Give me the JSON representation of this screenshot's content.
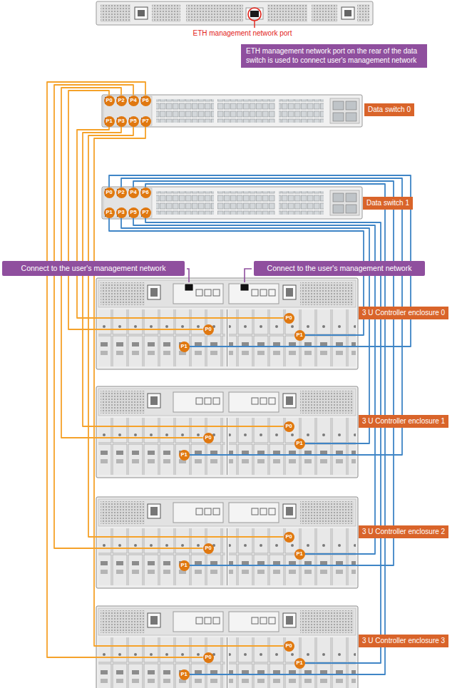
{
  "diagram": {
    "nodes": [
      {
        "text": [
          "ETH management network port on the rear of the data switch is used to connect user's management network"
        ]
      },
      {
        "text": [
          "P0"
        ]
      },
      {
        "text": [
          "P1"
        ]
      },
      {
        "text": [
          "P2"
        ]
      },
      {
        "text": [
          "P3"
        ]
      },
      {
        "text": [
          "P4"
        ]
      },
      {
        "text": [
          "P5"
        ]
      },
      {
        "text": [
          "P6"
        ]
      },
      {
        "text": [
          "P7"
        ]
      },
      {
        "text": [
          "Data switch 0"
        ]
      },
      {
        "text": [
          "P0"
        ]
      },
      {
        "text": [
          "P1"
        ]
      },
      {
        "text": [
          "P2"
        ]
      },
      {
        "text": [
          "P3"
        ]
      },
      {
        "text": [
          "P4"
        ]
      },
      {
        "text": [
          "P5"
        ]
      },
      {
        "text": [
          "P6"
        ]
      },
      {
        "text": [
          "P7"
        ]
      },
      {
        "text": [
          "Data switch 1"
        ]
      },
      {
        "text": [
          "Connect to the user's management network"
        ]
      },
      {
        "text": [
          "Connect to the user's management network"
        ]
      },
      {
        "text": [
          "P0"
        ]
      },
      {
        "text": [
          "P1"
        ]
      },
      {
        "text": [
          "P0"
        ]
      },
      {
        "text": [
          "P1"
        ]
      },
      {
        "text": [
          "3 U Controller enclosure 0"
        ]
      },
      {
        "text": [
          "P0"
        ]
      },
      {
        "text": [
          "P1"
        ]
      },
      {
        "text": [
          "P0"
        ]
      },
      {
        "text": [
          "P1"
        ]
      },
      {
        "text": [
          "3 U Controller enclosure 1"
        ]
      },
      {
        "text": [
          "P0"
        ]
      },
      {
        "text": [
          "P1"
        ]
      },
      {
        "text": [
          "P0"
        ]
      },
      {
        "text": [
          "P1"
        ]
      },
      {
        "text": [
          "3 U Controller enclosure 2"
        ]
      },
      {
        "text": [
          "P0"
        ]
      },
      {
        "text": [
          "P1"
        ]
      },
      {
        "text": [
          "P0"
        ]
      },
      {
        "text": [
          "P1"
        ]
      },
      {
        "text": [
          "3 U Controller enclosure 3"
        ]
      }
    ],
    "edges": [
      {
        "from": 1,
        "to": 21,
        "arrow": "none"
      },
      {
        "from": 2,
        "to": 23,
        "arrow": "none"
      },
      {
        "from": 3,
        "to": 26,
        "arrow": "none"
      },
      {
        "from": 4,
        "to": 28,
        "arrow": "none"
      },
      {
        "from": 5,
        "to": 31,
        "arrow": "none"
      },
      {
        "from": 6,
        "to": 33,
        "arrow": "none"
      },
      {
        "from": 7,
        "to": 36,
        "arrow": "none"
      },
      {
        "from": 8,
        "to": 38,
        "arrow": "none"
      },
      {
        "from": 10,
        "to": 22,
        "arrow": "none"
      },
      {
        "from": 11,
        "to": 24,
        "arrow": "none"
      },
      {
        "from": 12,
        "to": 27,
        "arrow": "none"
      },
      {
        "from": 13,
        "to": 29,
        "arrow": "none"
      },
      {
        "from": 14,
        "to": 32,
        "arrow": "none"
      },
      {
        "from": 15,
        "to": 34,
        "arrow": "none"
      },
      {
        "from": 16,
        "to": 37,
        "arrow": "none"
      },
      {
        "from": 17,
        "to": 39,
        "arrow": "none"
      }
    ],
    "labels": [
      "ETH management network port"
    ]
  }
}
